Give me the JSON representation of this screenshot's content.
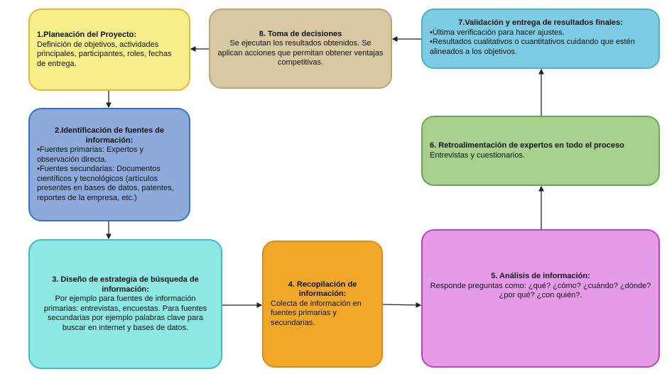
{
  "steps": {
    "s1": {
      "title": "1.Planeación del Proyecto:",
      "body": "Definición de objetivos, actividades principales, participantes, roles, fechas de entrega."
    },
    "s2": {
      "title": "2.Identificación de fuentes de información:",
      "b1": "•Fuentes primarias: Expertos y observación directa.",
      "b2": "•Fuentes secundarias: Documentos científicos y tecnológicos (artículos presentes en bases de datos, patentes, reportes de la empresa, etc.)"
    },
    "s3": {
      "title": "3. Diseño de estrategia de búsqueda de información:",
      "body": "Por ejemplo para fuentes de información primarias: entrevistas, encuestas. Para fuentes secundarias por ejemplo palabras clave para buscar en internet y bases de datos."
    },
    "s4": {
      "title": "4. Recopilación de información:",
      "body": "Colecta de información en fuentes primarias y secundarias."
    },
    "s5": {
      "title": "5. Análisis de información:",
      "body": "Responde preguntas como: ¿qué? ¿cómo? ¿cuándo? ¿dónde? ¿por qué? ¿con quién?."
    },
    "s6": {
      "title": "6. Retroalimentación de expertos en todo el proceso",
      "body": "Entrevistas y cuestionarios."
    },
    "s7": {
      "title": "7.Validación y entrega de resultados finales:",
      "b1": "•Última verificación para hacer ajustes.",
      "b2": "•Resultados cualitativos o cuantitativos cuidando que estén alineados a los objetivos."
    },
    "s8": {
      "title": "8. Toma de decisiones",
      "body": "Se ejecutan los resultados obtenidos. Se aplican acciones que permitan obtener ventajas competitivas."
    }
  },
  "colors": {
    "yellow": "#f7ef8a",
    "tan": "#d8c9a3",
    "lightblue": "#7ccde3",
    "blue": "#8eaadb",
    "green": "#a8d08d",
    "cyan": "#8de8e3",
    "orange": "#f0a826",
    "pink": "#e59be8"
  }
}
